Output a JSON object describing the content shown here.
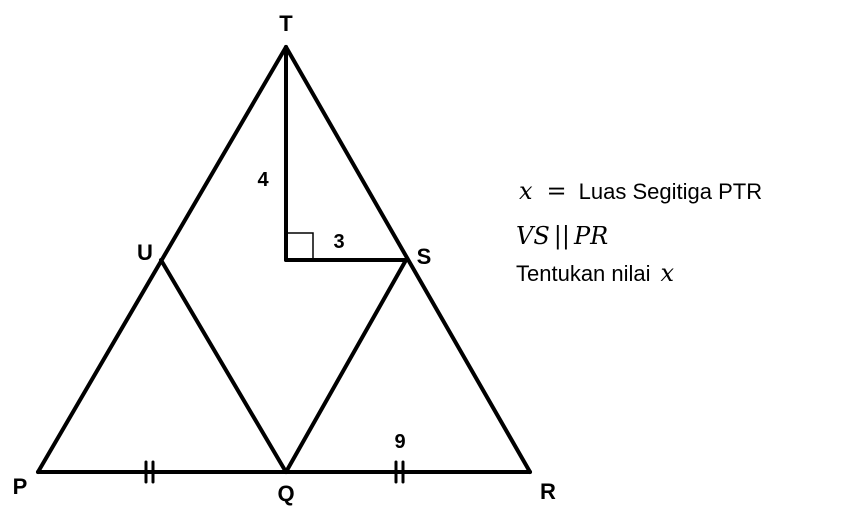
{
  "vertices": {
    "T": "T",
    "U": "U",
    "S": "S",
    "P": "P",
    "Q": "Q",
    "R": "R"
  },
  "measurements": {
    "height": "4",
    "horizontal": "3",
    "bottom_segment": "9"
  },
  "notes": {
    "line1_var": "x",
    "line1_eq": "=",
    "line1_text": "Luas Segitiga PTR",
    "line2_a": "VS",
    "line2_par": "||",
    "line2_b": "PR",
    "line3_text": "Tentukan nilai",
    "line3_var": "x"
  },
  "colors": {
    "stroke": "#000000",
    "background": "#ffffff"
  }
}
